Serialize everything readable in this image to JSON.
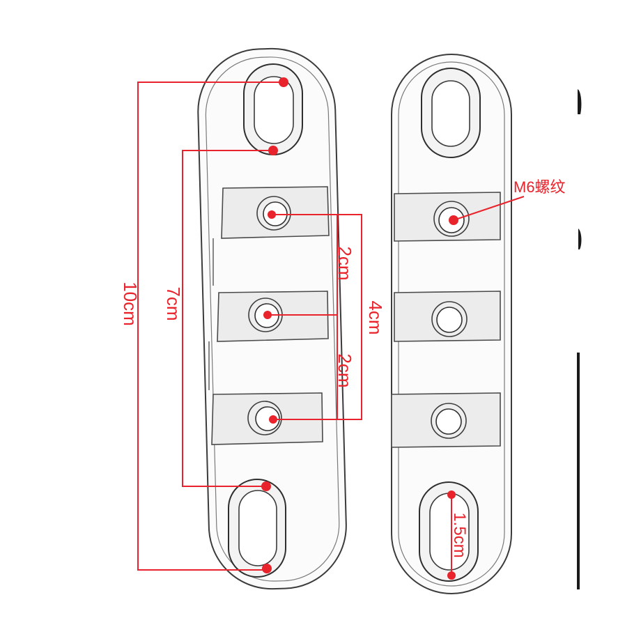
{
  "dimensions": {
    "total_length": "10cm",
    "slot_spacing": "7cm",
    "hole_pitch_upper": "2cm",
    "hole_pitch_lower": "2cm",
    "hole_span": "4cm",
    "slot_width": "1.5cm"
  },
  "callouts": {
    "thread_label": "M6螺纹"
  },
  "colors": {
    "annotation": "#e8232b",
    "outline": "#3b3b3b"
  }
}
